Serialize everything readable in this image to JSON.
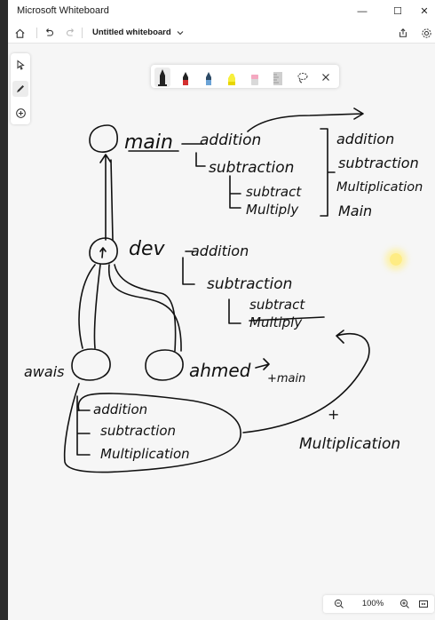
{
  "window": {
    "title": "Microsoft Whiteboard",
    "controls": {
      "minimize": "—",
      "maximize": "☐",
      "close": "✕"
    }
  },
  "toolbar": {
    "board_title": "Untitled whiteboard",
    "icons": [
      "home-icon",
      "undo-icon",
      "redo-icon",
      "chevron-down-icon",
      "share-icon",
      "settings-icon"
    ]
  },
  "sidebar": {
    "tools": [
      "select-tool",
      "pen-tool",
      "add-tool"
    ],
    "active": "pen-tool"
  },
  "ink_toolbar": {
    "pens": [
      {
        "name": "black-pen",
        "color": "#222222"
      },
      {
        "name": "red-pen",
        "color": "#d32f2f"
      },
      {
        "name": "blue-pen",
        "color": "#3d7fb6"
      },
      {
        "name": "yellow-highlighter",
        "color": "#f7ef3c"
      },
      {
        "name": "pink-eraser",
        "color": "#f4a8c0"
      },
      {
        "name": "ruler",
        "color": "#cfcfcf"
      }
    ],
    "selected": "black-pen"
  },
  "ink": {
    "main": "main",
    "main_list": [
      "addition",
      "subtraction"
    ],
    "main_sublist": [
      "subtract",
      "Multiply"
    ],
    "right_list": [
      "addition",
      "subtraction",
      "Multiplication",
      "Main"
    ],
    "dev": "dev",
    "dev_list": [
      "addition",
      "subtraction"
    ],
    "dev_sublist": [
      "subtract",
      "Multiply"
    ],
    "awais": "awais",
    "ahmed": "ahmed",
    "plus_main": "+main",
    "awais_list": [
      "addition",
      "subtraction",
      "Multiplication"
    ],
    "plus": "+",
    "bottom_right": "Multiplication"
  },
  "zoom": {
    "level": "100%"
  }
}
